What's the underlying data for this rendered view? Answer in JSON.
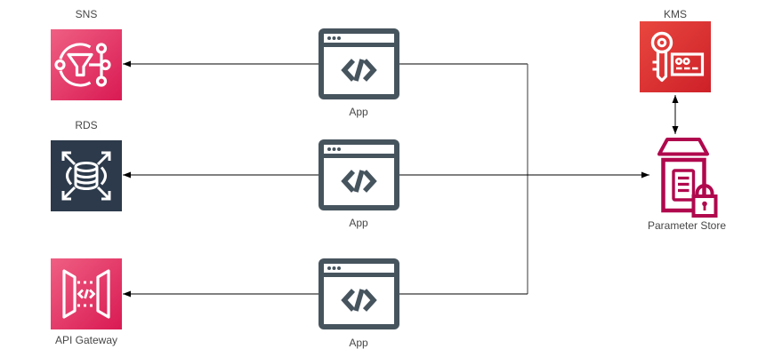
{
  "diagram": {
    "nodes": {
      "sns": {
        "label": "SNS",
        "icon": "sns-fanout-icon"
      },
      "rds": {
        "label": "RDS",
        "icon": "rds-database-icon"
      },
      "api_gateway": {
        "label": "API Gateway",
        "icon": "api-gateway-icon"
      },
      "app_top": {
        "label": "App",
        "icon": "browser-code-icon"
      },
      "app_middle": {
        "label": "App",
        "icon": "browser-code-icon"
      },
      "app_bottom": {
        "label": "App",
        "icon": "browser-code-icon"
      },
      "kms": {
        "label": "KMS",
        "icon": "kms-key-icon"
      },
      "parameter_store": {
        "label": "Parameter Store",
        "icon": "parameter-store-lock-icon"
      }
    },
    "edges": [
      {
        "from": "app_top",
        "to": "sns",
        "style": "arrow"
      },
      {
        "from": "app_middle",
        "to": "rds",
        "style": "arrow"
      },
      {
        "from": "app_bottom",
        "to": "api_gateway",
        "style": "arrow"
      },
      {
        "from": "app_top",
        "to": "parameter_store",
        "style": "line-via-bus"
      },
      {
        "from": "app_bottom",
        "to": "parameter_store",
        "style": "line-via-bus"
      },
      {
        "from": "app_middle",
        "to": "parameter_store",
        "style": "arrow"
      },
      {
        "from": "kms",
        "to": "parameter_store",
        "style": "double-arrow"
      }
    ],
    "colors": {
      "pink_light": "#ef5f83",
      "pink_dark": "#d91a53",
      "red_light": "#e9473f",
      "red_dark": "#cd2028",
      "navy": "#2c3a4b",
      "slate": "#46545e",
      "magenta": "#b0084d",
      "connector": "#000000",
      "bus_line": "#595959",
      "label": "#474747",
      "canvas": "#ffffff"
    }
  }
}
